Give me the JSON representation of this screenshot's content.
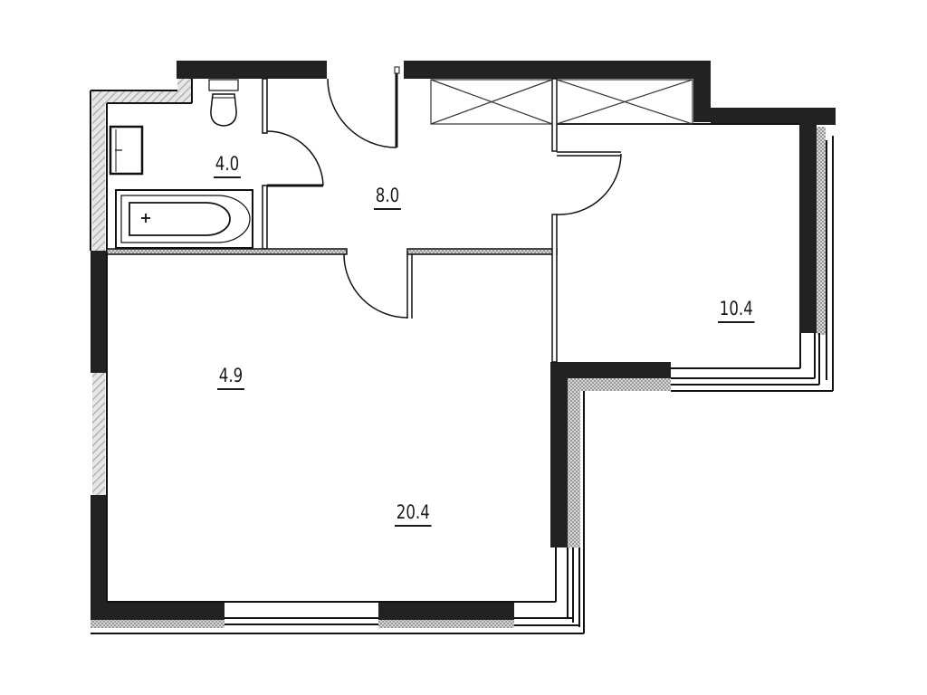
{
  "plan": {
    "type": "apartment-floor-plan",
    "rooms": [
      {
        "id": "bathroom",
        "area": "4.0"
      },
      {
        "id": "hallway",
        "area": "8.0"
      },
      {
        "id": "bedroom",
        "area": "10.4"
      },
      {
        "id": "kitchen",
        "area": "4.9"
      },
      {
        "id": "living-room",
        "area": "20.4"
      }
    ],
    "colors": {
      "wall": "#222222",
      "line": "#111111",
      "hatch": "#bdbdbd",
      "background": "#ffffff"
    }
  }
}
